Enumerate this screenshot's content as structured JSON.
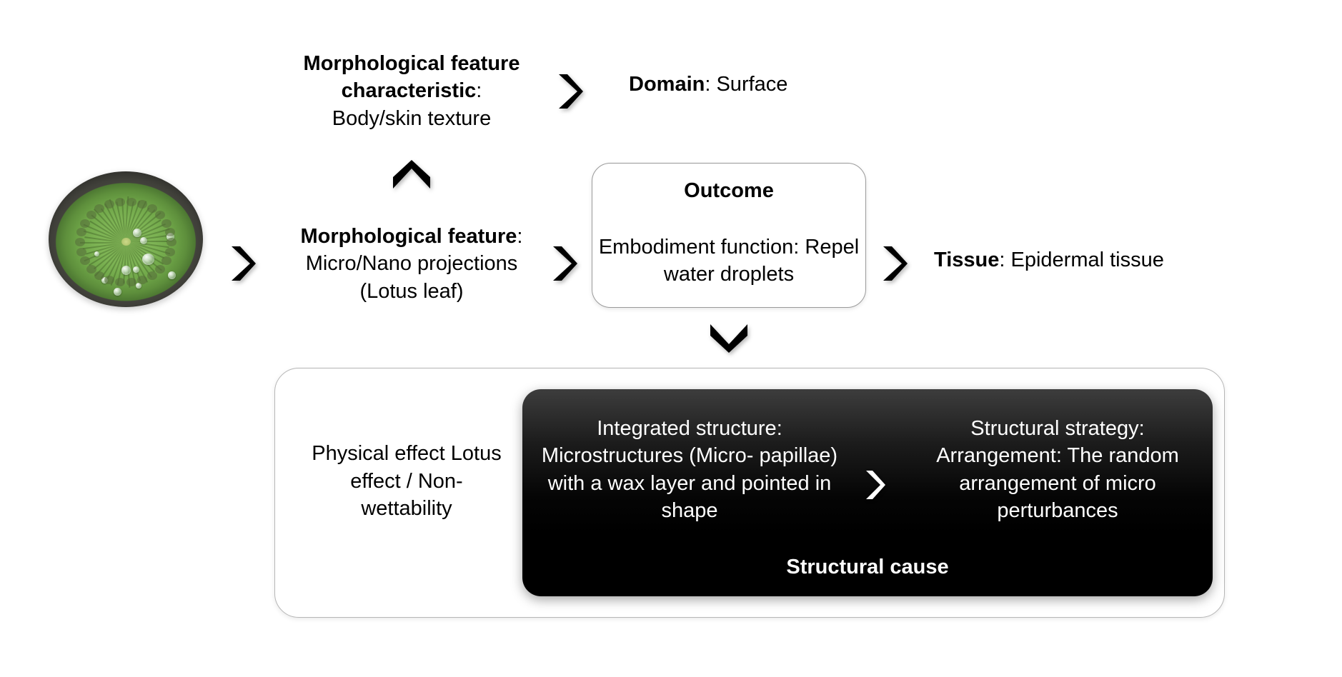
{
  "diagram": {
    "title": "Lotus leaf biomimetic structure-function diagram",
    "colors": {
      "panel_black_top": "#3d3d3d",
      "panel_black_bottom": "#000000",
      "card_border": "#9a9a9a",
      "outer_border": "#b6b6b6",
      "text": "#000000",
      "text_inverse": "#ffffff"
    }
  },
  "lotus_image": {
    "caption": "lotus-leaf-photo",
    "alt": "Circular photo of a lotus leaf with water droplets"
  },
  "nodes": {
    "morphological_feature_characteristic": {
      "label": "Morphological feature",
      "label2": "characteristic",
      "colon": ":",
      "value": "Body/skin texture"
    },
    "domain": {
      "label": "Domain",
      "colon": ": ",
      "value": "Surface"
    },
    "morphological_feature": {
      "label": "Morphological feature",
      "colon": ":",
      "value_line1": "Micro/Nano projections",
      "value_line2": "(Lotus leaf)"
    },
    "outcome": {
      "title": "Outcome",
      "label": "Embodiment function",
      "colon": ":",
      "value": "Repel water droplets"
    },
    "tissue": {
      "label": "Tissue",
      "colon": ": ",
      "value": "Epidermal tissue"
    },
    "physical_effect": {
      "label": "Physical effect",
      "value_line1": "Lotus effect /",
      "value_line2": "Non-wettability"
    },
    "integrated_structure": {
      "label": "Integrated structure",
      "colon": ":",
      "value_line1": "Microstructures (Micro-",
      "value_line2": "papillae) with a wax layer and",
      "value_line3": "pointed in shape"
    },
    "structural_strategy": {
      "label": "Structural strategy",
      "colon": ":",
      "value_line1": "Arrangement: The",
      "value_line2": "random arrangement of",
      "value_line3": "micro perturbances"
    },
    "structural_cause": {
      "label": "Structural cause"
    }
  },
  "arrows": {
    "lotus_to_feature": "chevron-right-icon",
    "feature_to_characteristic": "chevron-up-icon",
    "characteristic_to_domain": "chevron-right-icon",
    "feature_to_outcome": "chevron-right-icon",
    "outcome_to_tissue": "chevron-right-icon",
    "outcome_to_structure": "chevron-down-icon",
    "structure_to_strategy": "chevron-right-icon"
  }
}
